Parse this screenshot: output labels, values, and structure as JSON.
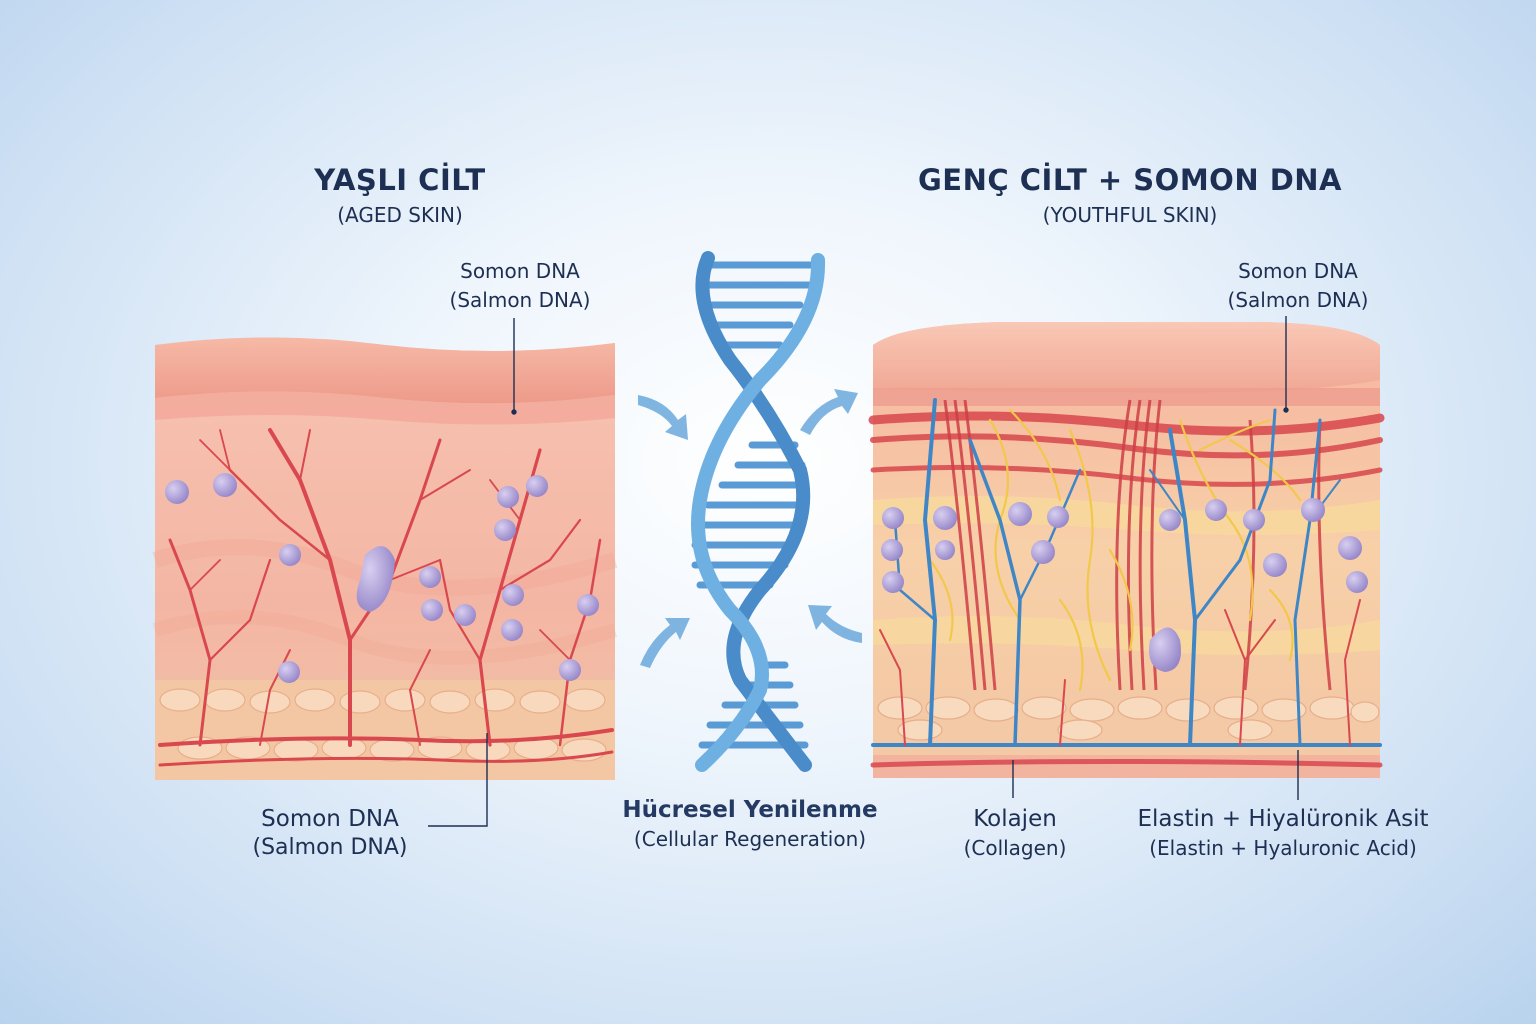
{
  "left_panel": {
    "title": "YAŞLI CİLT",
    "subtitle": "(AGED SKIN)",
    "top_label": {
      "main": "Somon DNA",
      "sub": "(Salmon DNA)"
    },
    "bottom_label": {
      "main": "Somon DNA",
      "sub": "(Salmon DNA)"
    }
  },
  "center": {
    "label": {
      "main": "Hücresel Yenilenme",
      "sub": "(Cellular Regeneration)"
    }
  },
  "right_panel": {
    "title": "GENÇ CİLT + SOMON DNA",
    "subtitle": "(YOUTHFUL SKIN)",
    "top_label": {
      "main": "Somon DNA",
      "sub": "(Salmon DNA)"
    },
    "collagen_label": {
      "main": "Kolajen",
      "sub": "(Collagen)"
    },
    "elastin_label": {
      "main": "Elastin + Hiyalüronik Asit",
      "sub": "(Elastin + Hyaluronic Acid)"
    }
  },
  "colors": {
    "vessel_red": "#d9484e",
    "vessel_blue": "#3f86c6",
    "elastin_yellow": "#f2c84b",
    "cell_purple": "#a99ad4",
    "dna_blue": "#5b9bd5",
    "text_navy": "#1d2f52"
  }
}
